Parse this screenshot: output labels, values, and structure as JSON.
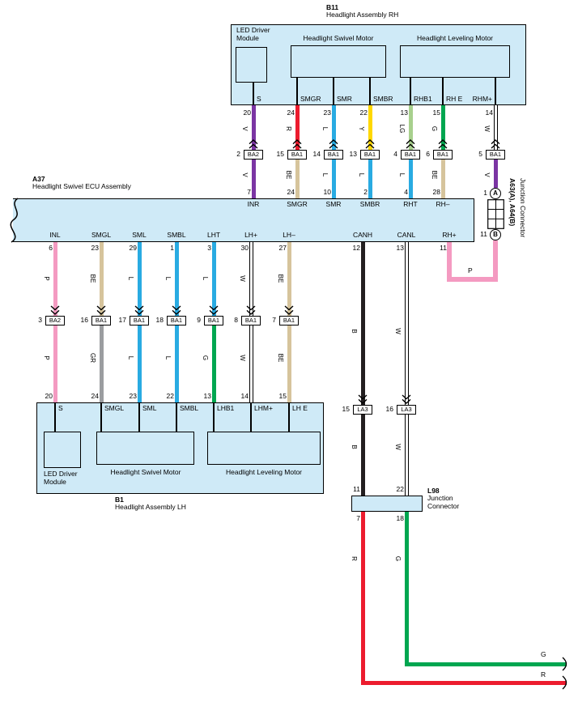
{
  "palette": {
    "V": "#7b35a3",
    "R": "#ec1c2e",
    "L": "#29abe2",
    "Y": "#ffd800",
    "LG": "#a8d08d",
    "G": "#00a650",
    "BE": "#d6c49c",
    "P": "#f49ac1",
    "B": "#231f20",
    "W": "#ffffff",
    "GR": "#9b9da0",
    "box_fill": "#cfeaf7",
    "line": "#000000"
  },
  "b11": {
    "code": "B11",
    "title": "Headlight Assembly RH",
    "modules": {
      "led": "LED Driver Module",
      "swivel": "Headlight Swivel Motor",
      "leveling": "Headlight Leveling Motor"
    }
  },
  "a37": {
    "code": "A37",
    "title": "Headlight Swivel ECU Assembly"
  },
  "b1": {
    "code": "B1",
    "title": "Headlight Assembly LH",
    "modules": {
      "led": "LED Driver Module",
      "swivel": "Headlight Swivel Motor",
      "leveling": "Headlight Leveling Motor"
    }
  },
  "l98": {
    "code": "L98",
    "title": "Junction Connector"
  },
  "junction": {
    "code": "A63(A), A64(B)",
    "title": "Junction Connector",
    "pin_a": "1",
    "port_a": "A",
    "pin_b": "11",
    "port_b": "B"
  },
  "top_cols": [
    {
      "pin_num": "20",
      "pin_name": "S",
      "color_top": "V",
      "conn_pin": "2",
      "conn_id": "BA2",
      "color_bot": "V",
      "ecu_num": "7",
      "ecu_name": "INR"
    },
    {
      "pin_num": "24",
      "pin_name": "SMGR",
      "color_top": "R",
      "conn_pin": "15",
      "conn_id": "BA1",
      "color_bot": "BE",
      "ecu_num": "24",
      "ecu_name": "SMGR"
    },
    {
      "pin_num": "23",
      "pin_name": "SMR",
      "color_top": "L",
      "conn_pin": "14",
      "conn_id": "BA1",
      "color_bot": "L",
      "ecu_num": "10",
      "ecu_name": "SMR"
    },
    {
      "pin_num": "22",
      "pin_name": "SMBR",
      "color_top": "Y",
      "conn_pin": "13",
      "conn_id": "BA1",
      "color_bot": "L",
      "ecu_num": "2",
      "ecu_name": "SMBR"
    },
    {
      "pin_num": "13",
      "pin_name": "RHB1",
      "color_top": "LG",
      "conn_pin": "4",
      "conn_id": "BA1",
      "color_bot": "L",
      "ecu_num": "4",
      "ecu_name": "RHT"
    },
    {
      "pin_num": "15",
      "pin_name": "RH E",
      "color_top": "G",
      "conn_pin": "6",
      "conn_id": "BA1",
      "color_bot": "BE",
      "ecu_num": "28",
      "ecu_name": "RH–"
    },
    {
      "pin_num": "14",
      "pin_name": "RHM+",
      "color_top": "W",
      "conn_pin": "5",
      "conn_id": "BA1",
      "color_bot": "V"
    }
  ],
  "rh_plus": {
    "ecu_num": "11",
    "ecu_name": "RH+",
    "color": "P"
  },
  "bottom_cols": [
    {
      "ecu_num": "6",
      "ecu_name": "INL",
      "color_top": "P",
      "conn_pin": "3",
      "conn_id": "BA2",
      "color_bot": "P",
      "pin_num": "20",
      "pin_name": "S"
    },
    {
      "ecu_num": "23",
      "ecu_name": "SMGL",
      "color_top": "BE",
      "conn_pin": "16",
      "conn_id": "BA1",
      "color_bot": "GR",
      "pin_num": "24",
      "pin_name": "SMGL"
    },
    {
      "ecu_num": "29",
      "ecu_name": "SML",
      "color_top": "L",
      "conn_pin": "17",
      "conn_id": "BA1",
      "color_bot": "L",
      "pin_num": "23",
      "pin_name": "SML"
    },
    {
      "ecu_num": "1",
      "ecu_name": "SMBL",
      "color_top": "L",
      "conn_pin": "18",
      "conn_id": "BA1",
      "color_bot": "L",
      "pin_num": "22",
      "pin_name": "SMBL"
    },
    {
      "ecu_num": "3",
      "ecu_name": "LHT",
      "color_top": "L",
      "conn_pin": "9",
      "conn_id": "BA1",
      "color_bot": "G",
      "pin_num": "13",
      "pin_name": "LHB1"
    },
    {
      "ecu_num": "30",
      "ecu_name": "LH+",
      "color_top": "W",
      "conn_pin": "8",
      "conn_id": "BA1",
      "color_bot": "W",
      "pin_num": "14",
      "pin_name": "LHM+"
    },
    {
      "ecu_num": "27",
      "ecu_name": "LH–",
      "color_top": "BE",
      "conn_pin": "7",
      "conn_id": "BA1",
      "color_bot": "BE",
      "pin_num": "15",
      "pin_name": "LH E"
    }
  ],
  "can_cols": [
    {
      "ecu_num": "12",
      "ecu_name": "CANH",
      "color_top": "B",
      "conn_pin": "15",
      "conn_id": "LA3",
      "color_bot": "B",
      "l98_pin_top": "11",
      "l98_pin_bot": "7",
      "out_color": "R",
      "end_label": "R"
    },
    {
      "ecu_num": "13",
      "ecu_name": "CANL",
      "color_top": "W",
      "conn_pin": "16",
      "conn_id": "LA3",
      "color_bot": "W",
      "l98_pin_top": "22",
      "l98_pin_bot": "18",
      "out_color": "G",
      "end_label": "G"
    }
  ]
}
